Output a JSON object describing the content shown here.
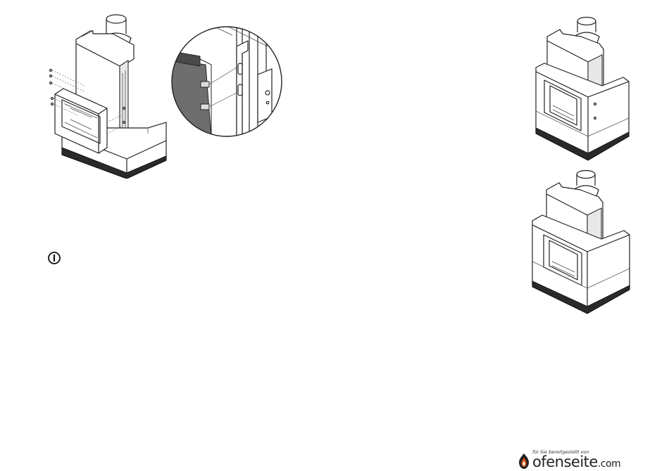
{
  "footer": {
    "tagline": "für Sie bereitgestellt von",
    "brand_name": "ofenseite",
    "brand_tld": ".com",
    "flame_color": "#d9531e",
    "logo_color": "#222222"
  },
  "icons": {
    "info": "info-circle-icon"
  }
}
